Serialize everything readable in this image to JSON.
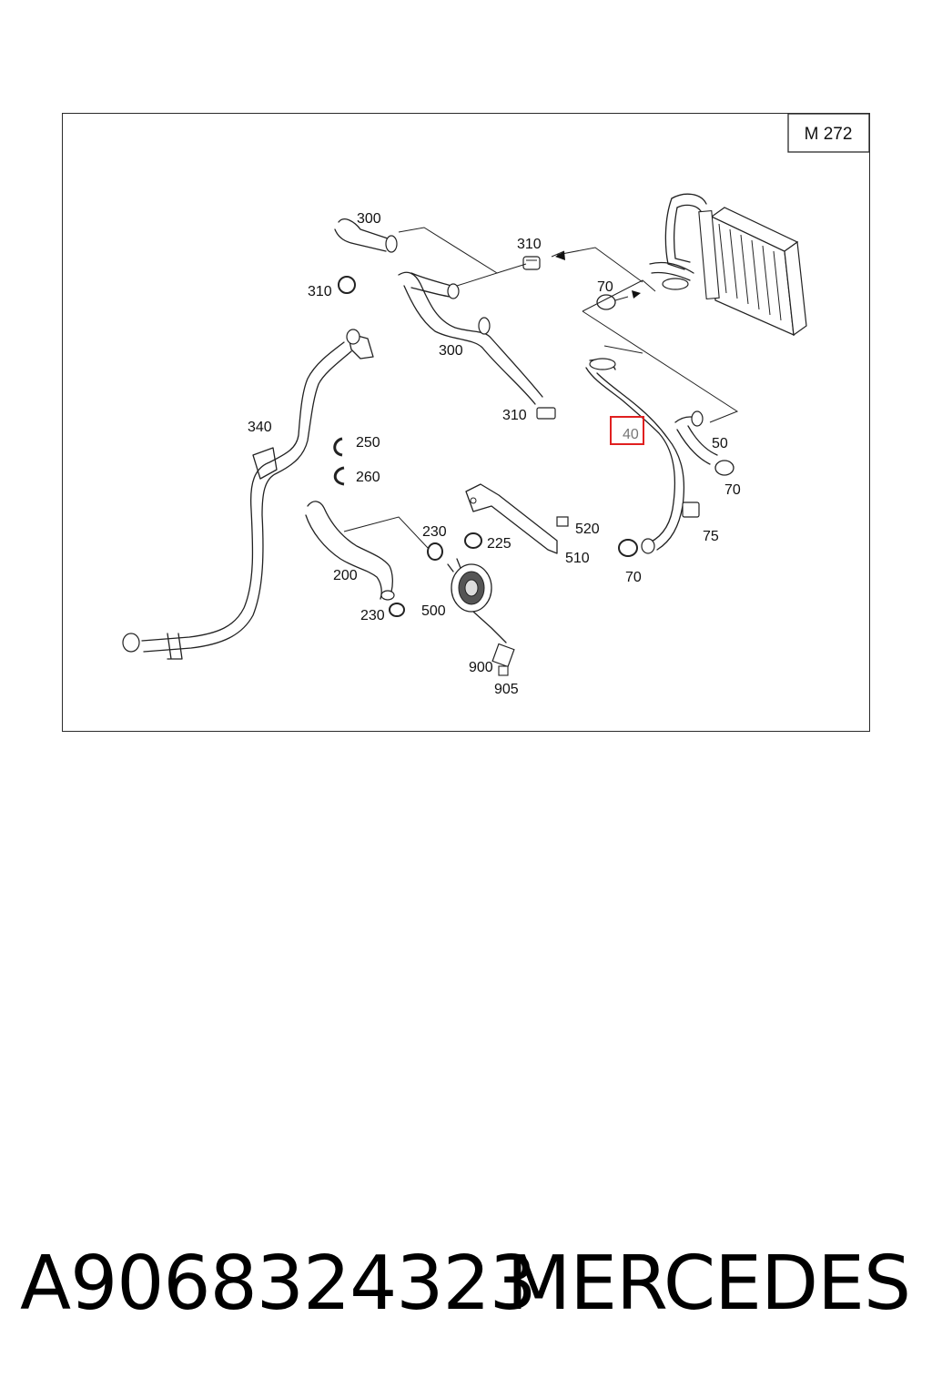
{
  "diagram": {
    "engine_tag": "M 272",
    "callouts": [
      {
        "text": "300"
      },
      {
        "text": "310"
      },
      {
        "text": "310"
      },
      {
        "text": "70"
      },
      {
        "text": "300"
      },
      {
        "text": "310"
      },
      {
        "text": "340"
      },
      {
        "text": "250"
      },
      {
        "text": "260"
      },
      {
        "text": "40"
      },
      {
        "text": "50"
      },
      {
        "text": "70"
      },
      {
        "text": "230"
      },
      {
        "text": "225"
      },
      {
        "text": "520"
      },
      {
        "text": "510"
      },
      {
        "text": "75"
      },
      {
        "text": "200"
      },
      {
        "text": "70"
      },
      {
        "text": "230"
      },
      {
        "text": "500"
      },
      {
        "text": "900"
      },
      {
        "text": "905"
      }
    ],
    "highlighted_callout": "40",
    "highlight_color": "#e02020"
  },
  "footer": {
    "part_number": "A9068324323",
    "brand": "MERCEDES"
  }
}
